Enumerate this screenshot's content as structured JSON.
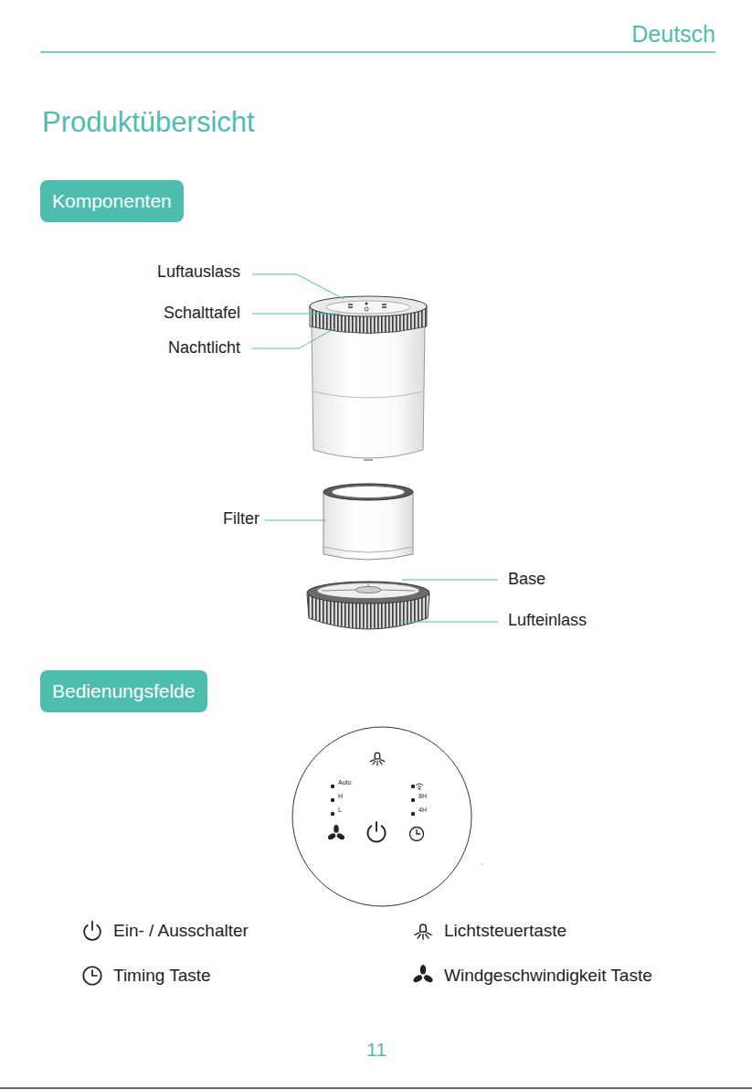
{
  "diagram": {
    "title": "Produktübersicht",
    "nodes": [
      {
        "text": [
          "Komponenten"
        ]
      },
      {
        "text": [
          "Bedienungsfelde"
        ]
      },
      {
        "text": [
          "Auto",
          "H",
          "L",
          "8H",
          "4H"
        ]
      }
    ],
    "labels": [
      "Deutsch",
      "Luftauslass",
      "Schalttafel",
      "Nachtlicht",
      "Filter",
      "Base",
      "Lufteinlass",
      "11"
    ],
    "legend": [
      {
        "text": "Ein- / Ausschalter"
      },
      {
        "text": "Lichtsteuertaste"
      },
      {
        "text": "Timing Taste"
      },
      {
        "text": "Windgeschwindigkeit Taste"
      }
    ]
  }
}
